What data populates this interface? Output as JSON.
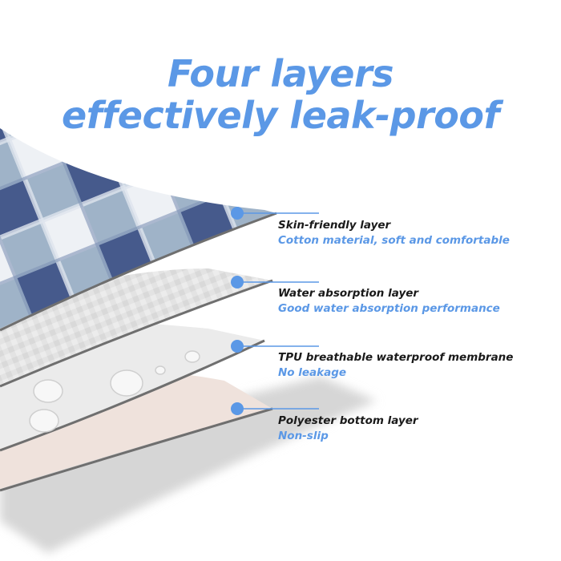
{
  "title": {
    "line1": "Four layers",
    "line2": "effectively leak-proof"
  },
  "colors": {
    "accent": "#5b98e6",
    "label_text": "#1a1a1a",
    "plaid_dark": "#465a8c",
    "plaid_mid": "#9fb3c8",
    "plaid_light": "#eef1f5",
    "absorb_layer": "#e2e2e2",
    "membrane_layer": "#ebebeb",
    "bottom_layer": "#efe2dc",
    "edge": "#6f6f6f",
    "shadow": "#d6d6d6"
  },
  "layers": [
    {
      "name": "Skin-friendly layer",
      "description": "Cotton material, soft and comfortable",
      "marker_icon": "dot-marker-icon"
    },
    {
      "name": "Water absorption layer",
      "description": "Good water absorption performance",
      "marker_icon": "dot-marker-icon"
    },
    {
      "name": "TPU breathable waterproof membrane",
      "description": "No leakage",
      "marker_icon": "dot-marker-icon"
    },
    {
      "name": "Polyester bottom layer",
      "description": "Non-slip",
      "marker_icon": "dot-marker-icon"
    }
  ]
}
